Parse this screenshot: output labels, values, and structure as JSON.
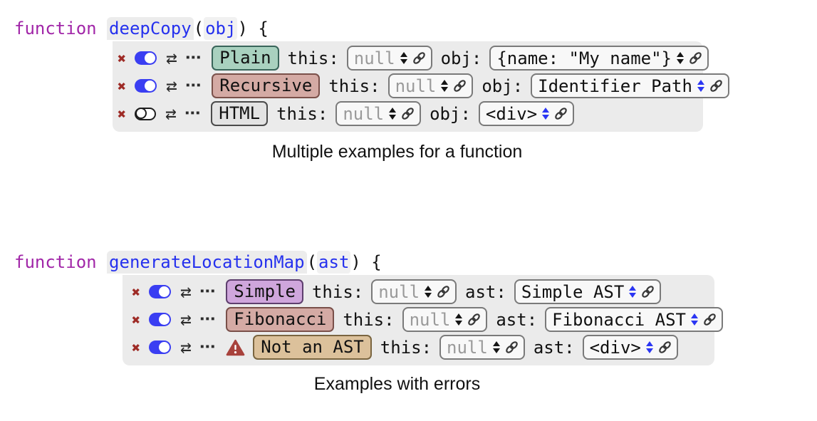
{
  "this_label": "this:",
  "icons": {
    "delete": "✖",
    "swap": "⇄",
    "more": "▪▪▪"
  },
  "colors": {
    "toggle_on": "#3a3ef2",
    "delete_x": "#9e2b26",
    "warning": "#a8423c",
    "stepper_black": "#151515",
    "stepper_blue": "#2b36f3",
    "widget_background": "#ebebeb"
  },
  "sections": [
    {
      "code": {
        "keyword": "function",
        "space": " ",
        "name": "deepCopy",
        "paren_open": "(",
        "param": "obj",
        "paren_close": ") {"
      },
      "arg_label": "obj:",
      "caption": "Multiple examples for a function",
      "examples": [
        {
          "name": "Plain",
          "badge_bg": "#a9d1bf",
          "badge_border": "#39655a",
          "enabled": true,
          "warning": false,
          "this": {
            "value": "null",
            "muted": true,
            "stepper": "black"
          },
          "arg": {
            "value": "{name: \"My name\"}",
            "muted": false,
            "stepper": "black"
          }
        },
        {
          "name": "Recursive",
          "badge_bg": "#d4aaa4",
          "badge_border": "#7a504a",
          "enabled": true,
          "warning": false,
          "this": {
            "value": "null",
            "muted": true,
            "stepper": "black"
          },
          "arg": {
            "value": "Identifier Path",
            "muted": false,
            "stepper": "blue"
          }
        },
        {
          "name": "HTML",
          "badge_bg": "#e3e3e3",
          "badge_border": "#4a4a4a",
          "enabled": false,
          "warning": false,
          "this": {
            "value": "null",
            "muted": true,
            "stepper": "black"
          },
          "arg": {
            "value": "<div>",
            "muted": false,
            "stepper": "blue"
          }
        }
      ]
    },
    {
      "code": {
        "keyword": "function",
        "space": " ",
        "name": "generateLocationMap",
        "paren_open": "(",
        "param": "ast",
        "paren_close": ") {"
      },
      "arg_label": "ast:",
      "caption": "Examples with errors",
      "examples": [
        {
          "name": "Simple",
          "badge_bg": "#cfa6dc",
          "badge_border": "#5e3f6e",
          "enabled": true,
          "warning": false,
          "this": {
            "value": "null",
            "muted": true,
            "stepper": "black"
          },
          "arg": {
            "value": "Simple AST",
            "muted": false,
            "stepper": "blue"
          }
        },
        {
          "name": "Fibonacci",
          "badge_bg": "#d4aaa4",
          "badge_border": "#7a504a",
          "enabled": true,
          "warning": false,
          "this": {
            "value": "null",
            "muted": true,
            "stepper": "black"
          },
          "arg": {
            "value": "Fibonacci AST",
            "muted": false,
            "stepper": "blue"
          }
        },
        {
          "name": "Not an AST",
          "badge_bg": "#dcc19b",
          "badge_border": "#7a6540",
          "enabled": true,
          "warning": true,
          "this": {
            "value": "null",
            "muted": true,
            "stepper": "black"
          },
          "arg": {
            "value": "<div>",
            "muted": false,
            "stepper": "blue"
          }
        }
      ]
    }
  ]
}
